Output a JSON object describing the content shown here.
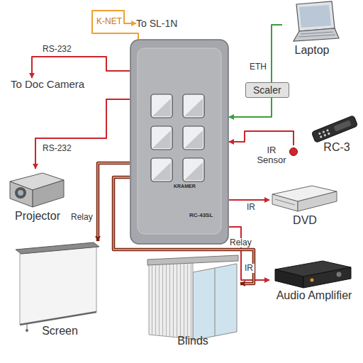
{
  "diagram": {
    "nodes": [
      {
        "text": [
          "KRAMER",
          "RC-43SL"
        ]
      },
      {
        "text": [
          "To SL-1N"
        ]
      },
      {
        "text": [
          "To Doc Camera"
        ]
      },
      {
        "text": [
          "Laptop"
        ]
      },
      {
        "text": [
          "Scaler"
        ]
      },
      {
        "text": [
          "RC-3"
        ]
      },
      {
        "text": [
          "IR Sensor"
        ]
      },
      {
        "text": [
          "Projector"
        ]
      },
      {
        "text": [
          "DVD"
        ]
      },
      {
        "text": [
          "Audio Amplifier"
        ]
      },
      {
        "text": [
          "Screen"
        ]
      },
      {
        "text": [
          "Blinds"
        ]
      }
    ],
    "edges": [
      {
        "from": 0,
        "to": 1,
        "label": "K-NET",
        "arrow": "to"
      },
      {
        "from": 0,
        "to": 2,
        "label": "RS-232",
        "arrow": "to"
      },
      {
        "from": 3,
        "to": 4,
        "label": "ETH",
        "arrow": "none"
      },
      {
        "from": 4,
        "to": 0,
        "arrow": "to"
      },
      {
        "from": 6,
        "to": 0,
        "arrow": "to"
      },
      {
        "from": 0,
        "to": 7,
        "label": "RS-232",
        "arrow": "to"
      },
      {
        "from": 0,
        "to": 8,
        "label": "IR",
        "arrow": "to"
      },
      {
        "from": 0,
        "to": 9,
        "label": "IR",
        "arrow": "to"
      },
      {
        "from": 0,
        "to": 10,
        "label": "Relay",
        "arrow": "to"
      },
      {
        "from": 0,
        "to": 11,
        "label": "Relay",
        "arrow": "to"
      }
    ]
  }
}
